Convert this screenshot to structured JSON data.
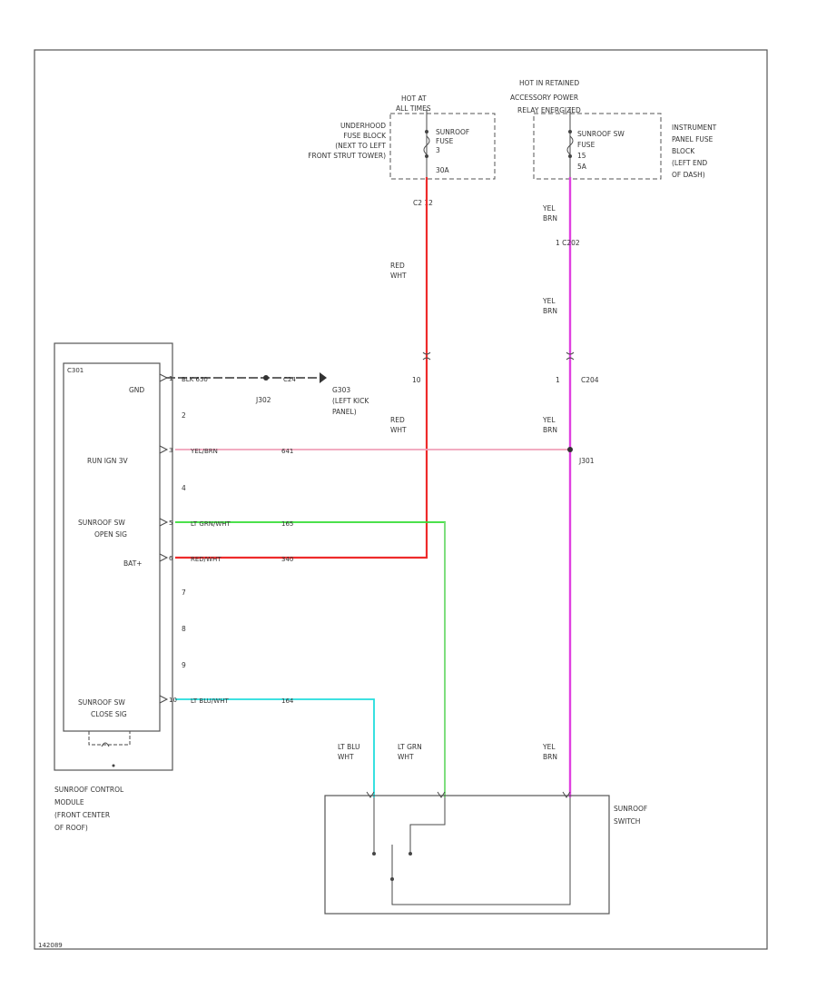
{
  "colors": {
    "red": "#ee2b2b",
    "pink": "#f0a0b8",
    "green": "#33dd33",
    "light_green": "#88dd88",
    "cyan": "#22dddd",
    "violet": "#e040e0",
    "line": "#444444"
  },
  "fuse_block_left": {
    "hot_label": [
      "HOT AT",
      "ALL TIMES"
    ],
    "location": [
      "UNDERHOOD",
      "FUSE BLOCK",
      "(NEXT TO LEFT",
      "FRONT STRUT TOWER)"
    ],
    "fuse": [
      "SUNROOF",
      "FUSE",
      "3",
      "30A"
    ],
    "connector": "C2   12"
  },
  "fuse_block_right": {
    "hot_label": [
      "HOT IN RETAINED",
      "ACCESSORY POWER",
      "RELAY ENERGIZED"
    ],
    "location": [
      "INSTRUMENT",
      "PANEL FUSE",
      "BLOCK",
      "(LEFT END",
      "OF DASH)"
    ],
    "fuse": [
      "SUNROOF SW",
      "FUSE",
      "15",
      "5A"
    ],
    "connector": "1 C202"
  },
  "wires": {
    "red_label": [
      "RED",
      "WHT"
    ],
    "red_label_2": [
      "RED",
      "WHT"
    ],
    "violet_label_1": [
      "YEL",
      "BRN"
    ],
    "violet_label_2": [
      "YEL",
      "BRN"
    ],
    "violet_label_3": [
      "YEL",
      "BRN"
    ],
    "violet_label_4": [
      "YEL",
      "BRN"
    ],
    "c204": "C204",
    "c204_pin": "1",
    "red_pin": "10",
    "splice_j301": "J301",
    "splice_j302": "J302",
    "ground_label": [
      "G303",
      "(LEFT KICK",
      "PANEL)"
    ],
    "gnd_wire": "BLK  650",
    "gnd_wire_2": "C24",
    "run_wire": "YEL/BRN",
    "run_wire_num": "641",
    "open_wire": "LT GRN/WHT",
    "open_wire_num": "165",
    "bat_wire": "RED/WHT",
    "bat_wire_num": "340",
    "close_wire": "LT BLU/WHT",
    "close_wire_num": "164",
    "lt_blu_label": [
      "LT BLU",
      "WHT"
    ],
    "lt_grn_label": [
      "LT GRN",
      "WHT"
    ],
    "yel_brn_label": [
      "YEL",
      "BRN"
    ]
  },
  "module": {
    "connector": "C301",
    "pins": {
      "gnd": "GND",
      "run": "RUN IGN 3V",
      "open": [
        "SUNROOF SW",
        "OPEN SIG"
      ],
      "bat": "BAT+",
      "close": [
        "SUNROOF SW",
        "CLOSE SIG"
      ]
    },
    "pin_numbers": [
      "1",
      "2",
      "3",
      "4",
      "5",
      "6",
      "7",
      "8",
      "9",
      "10"
    ],
    "name": [
      "SUNROOF CONTROL",
      "MODULE",
      "(FRONT CENTER",
      "OF ROOF)"
    ]
  },
  "switch": {
    "name": [
      "SUNROOF",
      "SWITCH"
    ]
  },
  "footer_code": "142089"
}
